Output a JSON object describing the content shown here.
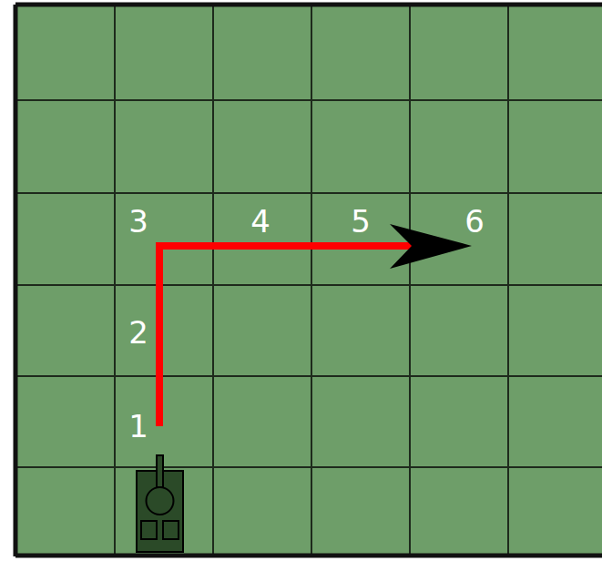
{
  "diagram": {
    "labels": [
      "3",
      "4",
      "5",
      "6",
      "2",
      "1"
    ]
  }
}
